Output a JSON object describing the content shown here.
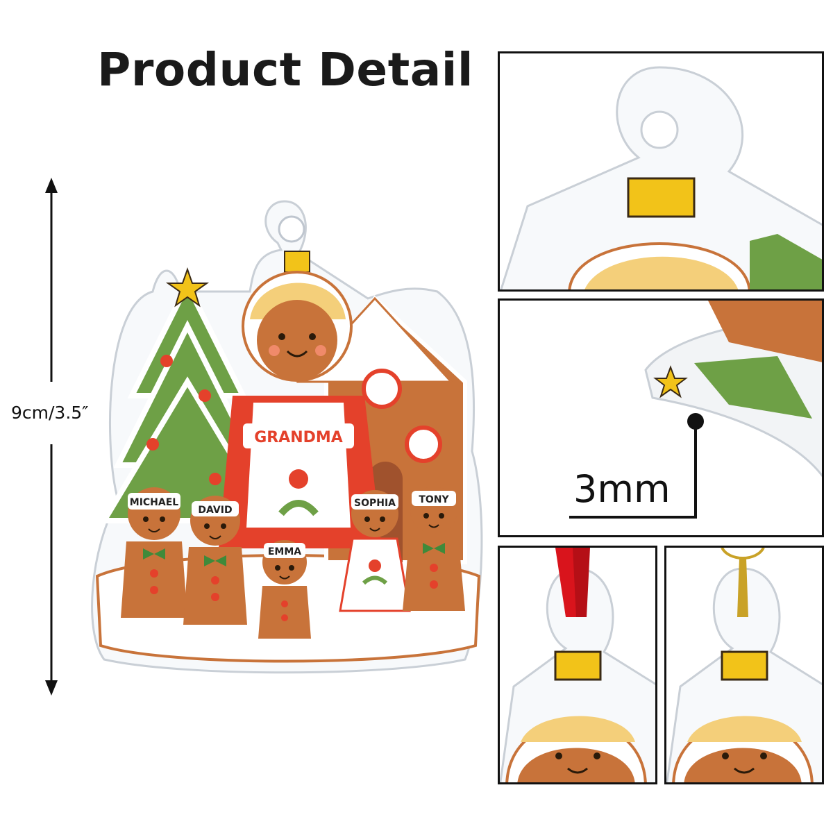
{
  "title": "Product Detail",
  "dimension_label": "9cm/3.5″",
  "thickness_label": "3mm",
  "ornament": {
    "main_label": "GRANDMA",
    "names": [
      "MICHAEL",
      "DAVID",
      "EMMA",
      "SOPHIA",
      "TONY"
    ]
  },
  "colors": {
    "gingerbread": "#c8733a",
    "icing": "#ffffff",
    "red": "#e4412b",
    "green": "#6ea046",
    "gold": "#f2c319",
    "ribbon_red": "#d9141c",
    "string_gold": "#c9a227"
  }
}
